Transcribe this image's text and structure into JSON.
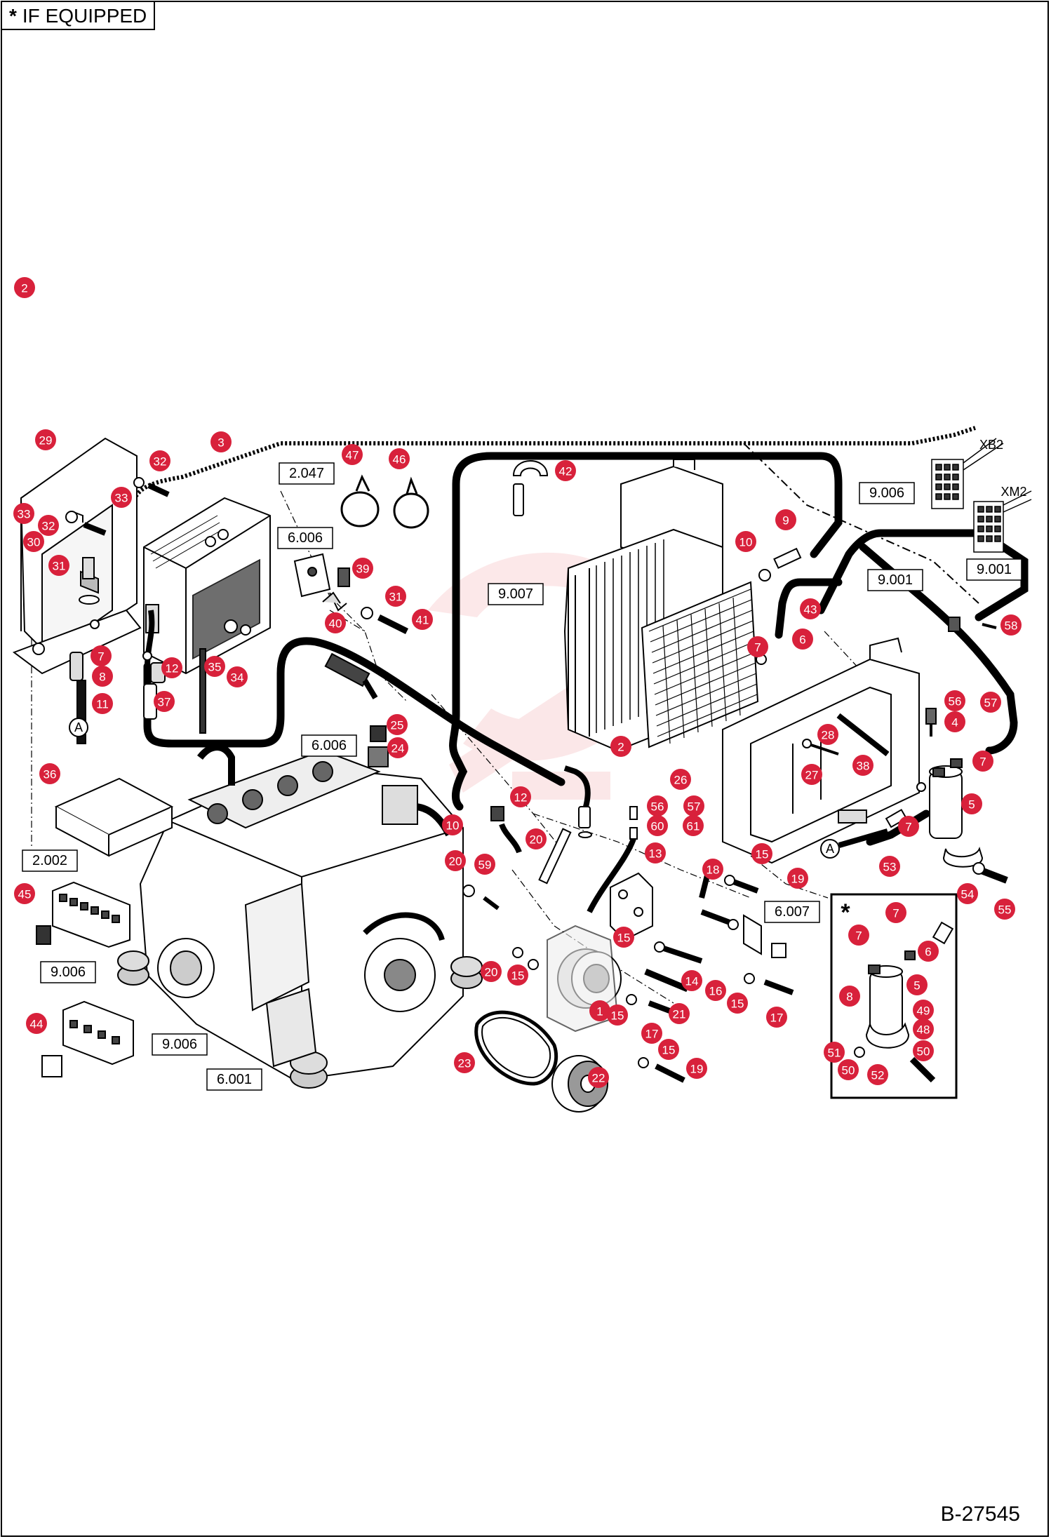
{
  "header": {
    "equipped_star": "*",
    "equipped_text": "IF EQUIPPED"
  },
  "footer": {
    "drawing_number": "B-27545"
  },
  "inset": {
    "star": "*"
  },
  "connectors": {
    "xb2": "XB2",
    "xm2": "XM2",
    "pipe_end_a": "A"
  },
  "references": [
    {
      "id": "ref-2-047",
      "text": "2.047"
    },
    {
      "id": "ref-6-006-a",
      "text": "6.006"
    },
    {
      "id": "ref-6-006-b",
      "text": "6.006"
    },
    {
      "id": "ref-9-007",
      "text": "9.007"
    },
    {
      "id": "ref-9-006-a",
      "text": "9.006"
    },
    {
      "id": "ref-9-001-a",
      "text": "9.001"
    },
    {
      "id": "ref-9-001-b",
      "text": "9.001"
    },
    {
      "id": "ref-2-002",
      "text": "2.002"
    },
    {
      "id": "ref-9-006-b",
      "text": "9.006"
    },
    {
      "id": "ref-9-006-c",
      "text": "9.006"
    },
    {
      "id": "ref-6-001",
      "text": "6.001"
    },
    {
      "id": "ref-6-007",
      "text": "6.007"
    }
  ],
  "callouts": [
    "2",
    "29",
    "3",
    "32",
    "47",
    "46",
    "42",
    "33",
    "33",
    "32",
    "30",
    "31",
    "9",
    "10",
    "39",
    "31",
    "41",
    "40",
    "43",
    "6",
    "7",
    "7",
    "8",
    "12",
    "35",
    "34",
    "11",
    "37",
    "25",
    "24",
    "58",
    "56",
    "4",
    "57",
    "7",
    "28",
    "27",
    "38",
    "2",
    "26",
    "36",
    "12",
    "10",
    "20",
    "20",
    "59",
    "56",
    "60",
    "57",
    "61",
    "13",
    "5",
    "7",
    "15",
    "18",
    "19",
    "53",
    "54",
    "55",
    "45",
    "15",
    "20",
    "15",
    "14",
    "16",
    "15",
    "17",
    "1",
    "15",
    "21",
    "17",
    "15",
    "23",
    "22",
    "19",
    "44",
    "7",
    "7",
    "6",
    "8",
    "5",
    "49",
    "48",
    "50",
    "51",
    "50",
    "52"
  ]
}
